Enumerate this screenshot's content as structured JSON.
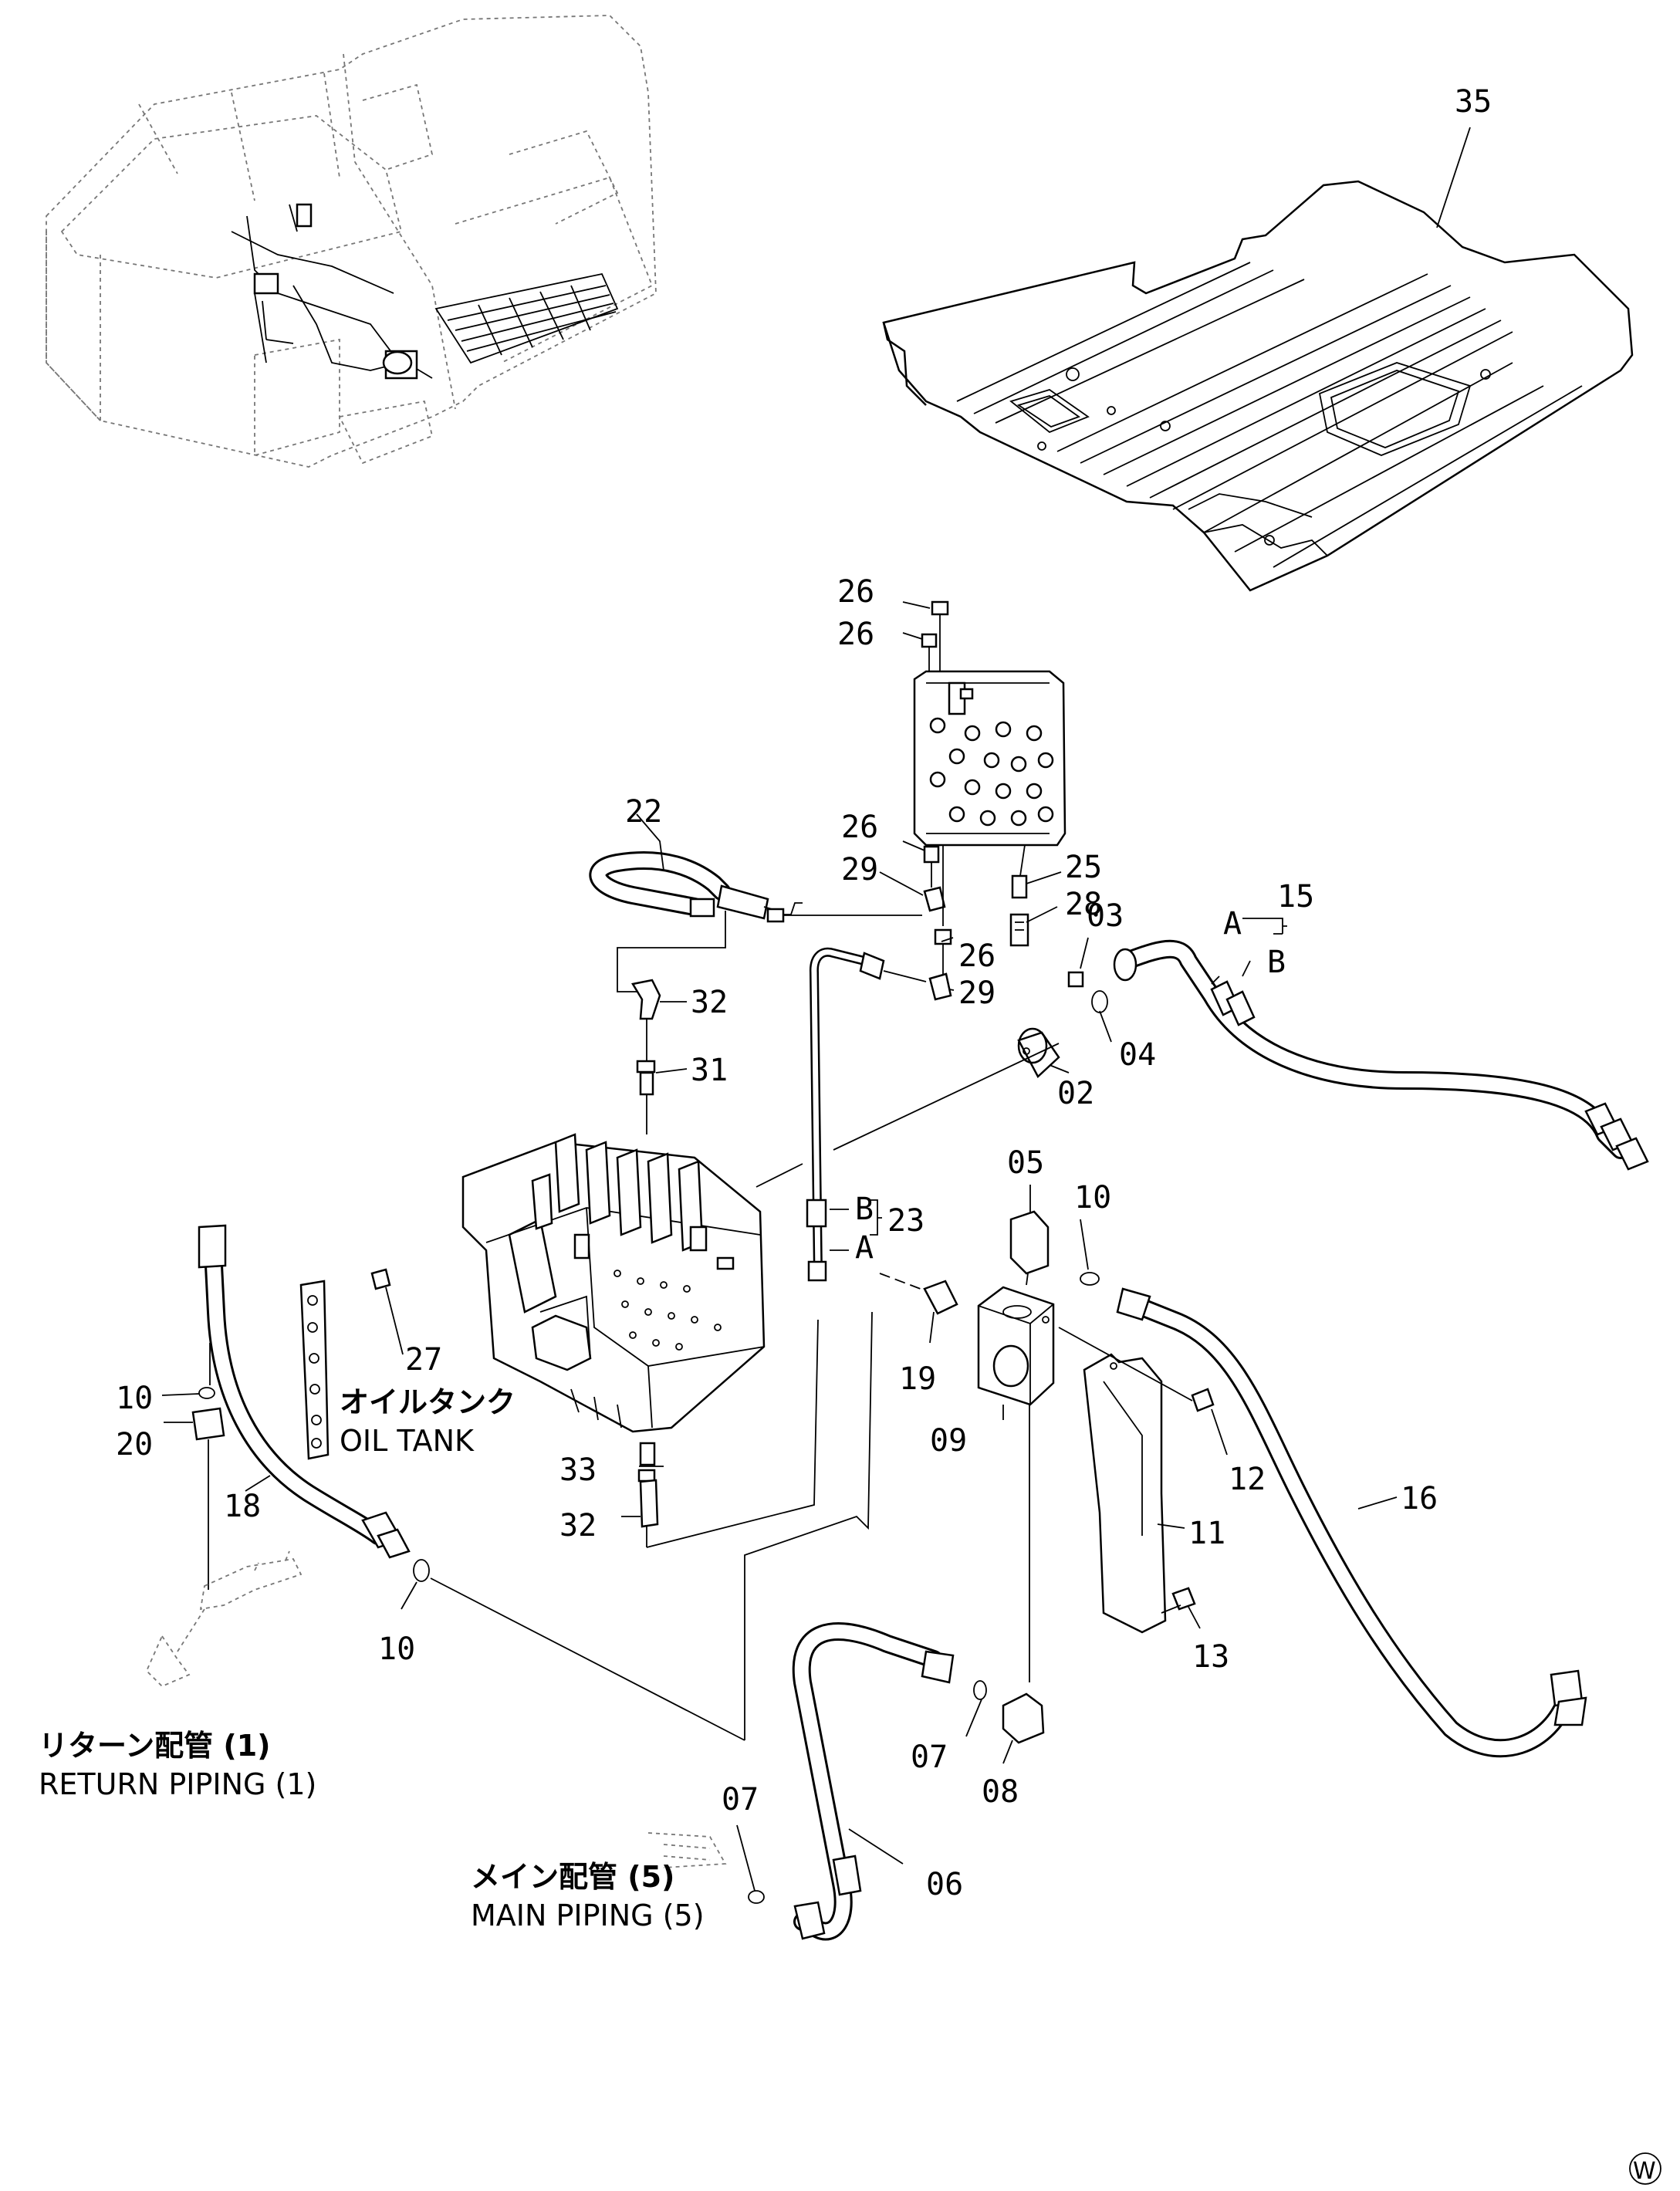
{
  "labels": {
    "l35": "35",
    "l26a": "26",
    "l26b": "26",
    "l26c": "26",
    "l26d": "26",
    "l22": "22",
    "l29a": "29",
    "l29b": "29",
    "l25": "25",
    "l28": "28",
    "l03": "03",
    "l15": "15",
    "l04": "04",
    "l02": "02",
    "l32a": "32",
    "l31": "31",
    "l05": "05",
    "l10a": "10",
    "l23": "23",
    "l27": "27",
    "l19": "19",
    "l09": "09",
    "l12": "12",
    "l16": "16",
    "l11": "11",
    "l10b": "10",
    "l20": "20",
    "l18": "18",
    "l33": "33",
    "l32b": "32",
    "l13": "13",
    "l10c": "10",
    "l07a": "07",
    "l08": "08",
    "l07b": "07",
    "l06": "06",
    "l15A": "A",
    "l15B": "B",
    "l23A": "A",
    "l23B": "B"
  },
  "notes": {
    "oil_tank_jp": "オイルタンク",
    "oil_tank_en": "OIL TANK",
    "return_jp": "リターン配管 (1)",
    "return_en": "RETURN PIPING (1)",
    "main_jp": "メイン配管 (5)",
    "main_en": "MAIN PIPING (5)"
  },
  "corner_mark": "W"
}
